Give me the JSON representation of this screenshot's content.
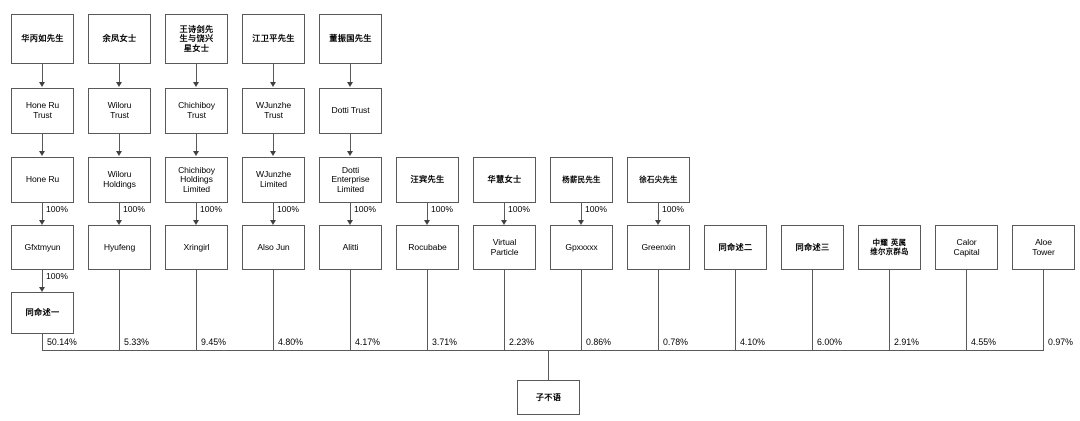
{
  "diagram": {
    "type": "shareholding-structure-chart",
    "target_company": "子不语",
    "columns": [
      {
        "index": 0,
        "ultimate_owner": "华丙如先生",
        "trust": "Hone Ru\nTrust",
        "holding": "Hone Ru",
        "trust_to_holding_pct": "",
        "holding_to_spv_pct": "100%",
        "spv": "Gfxtmyun",
        "spv_to_sub_pct": "100%",
        "sub": "同命述一",
        "stake": "50.14%"
      },
      {
        "index": 1,
        "ultimate_owner": "余凤女士",
        "trust": "Wiloru\nTrust",
        "holding": "Wiloru\nHoldings",
        "holding_to_spv_pct": "100%",
        "spv": "Hyufeng",
        "stake": "5.33%"
      },
      {
        "index": 2,
        "ultimate_owner": "王诗剑先\n生与饶兴\n星女士",
        "trust": "Chichiboy\nTrust",
        "holding": "Chichiboy\nHoldings\nLimited",
        "holding_to_spv_pct": "100%",
        "spv": "Xringirl",
        "stake": "9.45%"
      },
      {
        "index": 3,
        "ultimate_owner": "江卫平先生",
        "trust": "WJunzhe\nTrust",
        "holding": "WJunzhe\nLimited",
        "holding_to_spv_pct": "100%",
        "spv": "Also Jun",
        "stake": "4.80%"
      },
      {
        "index": 4,
        "ultimate_owner": "董振国先生",
        "trust": "Dotti Trust",
        "holding": "Dotti\nEnterprise\nLimited",
        "holding_to_spv_pct": "100%",
        "spv": "Alitti",
        "stake": "4.17%"
      },
      {
        "index": 5,
        "ultimate_owner": "",
        "trust": "",
        "holding": "汪宾先生",
        "holding_to_spv_pct": "100%",
        "spv": "Rocubabe",
        "stake": "3.71%"
      },
      {
        "index": 6,
        "ultimate_owner": "",
        "trust": "",
        "holding": "华慧女士",
        "holding_to_spv_pct": "100%",
        "spv": "Virtual\nParticle",
        "stake": "2.23%"
      },
      {
        "index": 7,
        "ultimate_owner": "",
        "trust": "",
        "holding": "杨薪民先生",
        "holding_to_spv_pct": "100%",
        "spv": "Gpxxxxx",
        "stake": "0.86%"
      },
      {
        "index": 8,
        "ultimate_owner": "",
        "trust": "",
        "holding": "徐石尖先生",
        "holding_to_spv_pct": "100%",
        "spv": "Greenxin",
        "stake": "0.78%"
      },
      {
        "index": 9,
        "ultimate_owner": "",
        "trust": "",
        "holding": "",
        "holding_to_spv_pct": "",
        "spv": "同命述二",
        "stake": "4.10%"
      },
      {
        "index": 10,
        "ultimate_owner": "",
        "trust": "",
        "holding": "",
        "holding_to_spv_pct": "",
        "spv": "同命述三",
        "stake": "6.00%"
      },
      {
        "index": 11,
        "ultimate_owner": "",
        "trust": "",
        "holding": "",
        "holding_to_spv_pct": "",
        "spv": "中耀 英属\n维尔京群岛",
        "stake": "2.91%"
      },
      {
        "index": 12,
        "ultimate_owner": "",
        "trust": "",
        "holding": "",
        "holding_to_spv_pct": "",
        "spv": "Calor\nCapital",
        "stake": "4.55%"
      },
      {
        "index": 13,
        "ultimate_owner": "",
        "trust": "",
        "holding": "",
        "holding_to_spv_pct": "",
        "spv": "Aloe\nTower",
        "stake": "0.97%"
      }
    ]
  },
  "colors": {
    "box_border": "#595959",
    "line": "#595959",
    "arrow": "#404040",
    "background": "#ffffff",
    "text": "#000000"
  }
}
